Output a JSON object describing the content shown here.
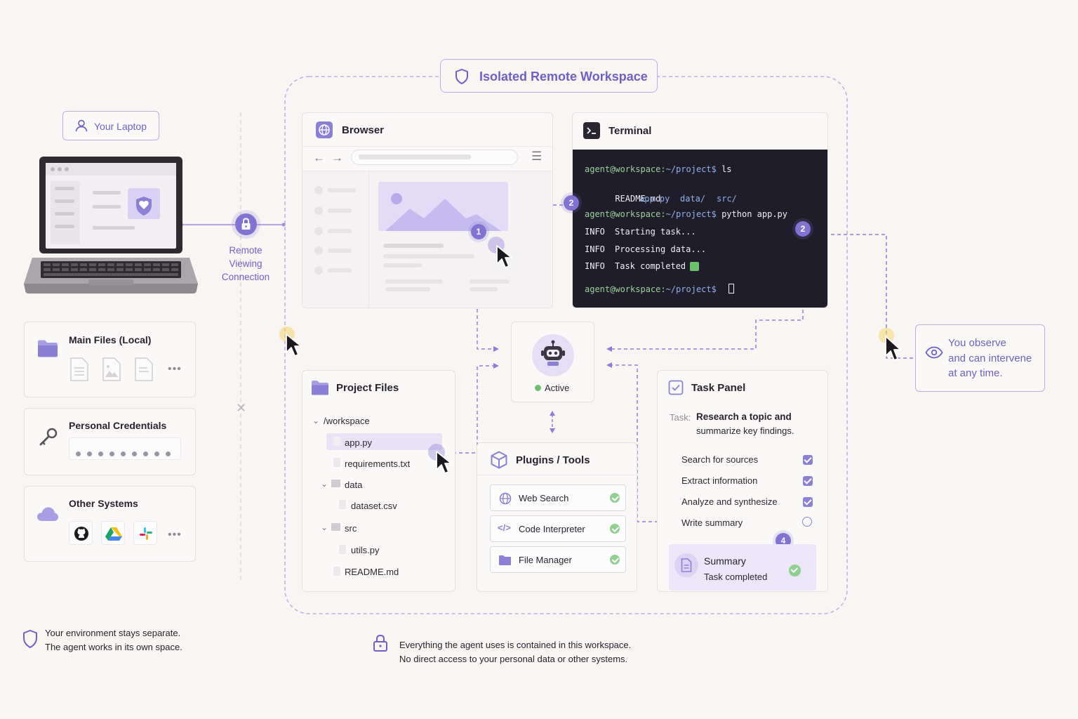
{
  "workspace": {
    "title": "Isolated Remote Workspace"
  },
  "laptop": {
    "label": "Your Laptop"
  },
  "connection": {
    "line1": "Remote",
    "line2": "Viewing",
    "line3": "Connection"
  },
  "local": {
    "main_files": "Main Files (Local)",
    "credentials": "Personal Credentials",
    "other_systems": "Other Systems"
  },
  "browser": {
    "title": "Browser",
    "badge": "1"
  },
  "terminal": {
    "title": "Terminal",
    "prompt": "agent@workspace:",
    "path": "~/project$",
    "cmd1": " ls",
    "ls_output": [
      "README.md",
      "app.py",
      "data/",
      "src/"
    ],
    "cmd2": " python app.py",
    "info_tag": "INFO",
    "info_lines": [
      "Starting task...",
      "Processing data...",
      "Task completed"
    ],
    "badge": "2"
  },
  "agent": {
    "status": "Active"
  },
  "project_files": {
    "title": "Project Files",
    "root": "/workspace",
    "items": [
      "app.py",
      "requirements.txt",
      "data",
      "dataset.csv",
      "src",
      "utils.py",
      "README.md"
    ]
  },
  "plugins": {
    "title": "Plugins / Tools",
    "tools": [
      "Web Search",
      "Code Interpreter",
      "File Manager"
    ]
  },
  "task_panel": {
    "title": "Task Panel",
    "task_label": "Task:",
    "task_line1": "Research a topic and",
    "task_line2": "summarize key findings.",
    "items": [
      "Search for sources",
      "Extract information",
      "Analyze and synthesize",
      "Write summary"
    ],
    "badge": "4",
    "summary_title": "Summary",
    "summary_status": "Task completed"
  },
  "observe": {
    "line1": "You observe",
    "line2": "and can intervene",
    "line3": "at any time."
  },
  "footer": {
    "left_line1": "Your environment stays separate.",
    "left_line2": "The agent works in its own space.",
    "center_line1": "Everything the agent uses is contained in this workspace.",
    "center_line2": "No direct access to your personal data or other systems."
  },
  "colors": {
    "accent": "#6f5fc9",
    "terminal_bg": "#1f1d2a",
    "success": "#8fcf8f"
  }
}
